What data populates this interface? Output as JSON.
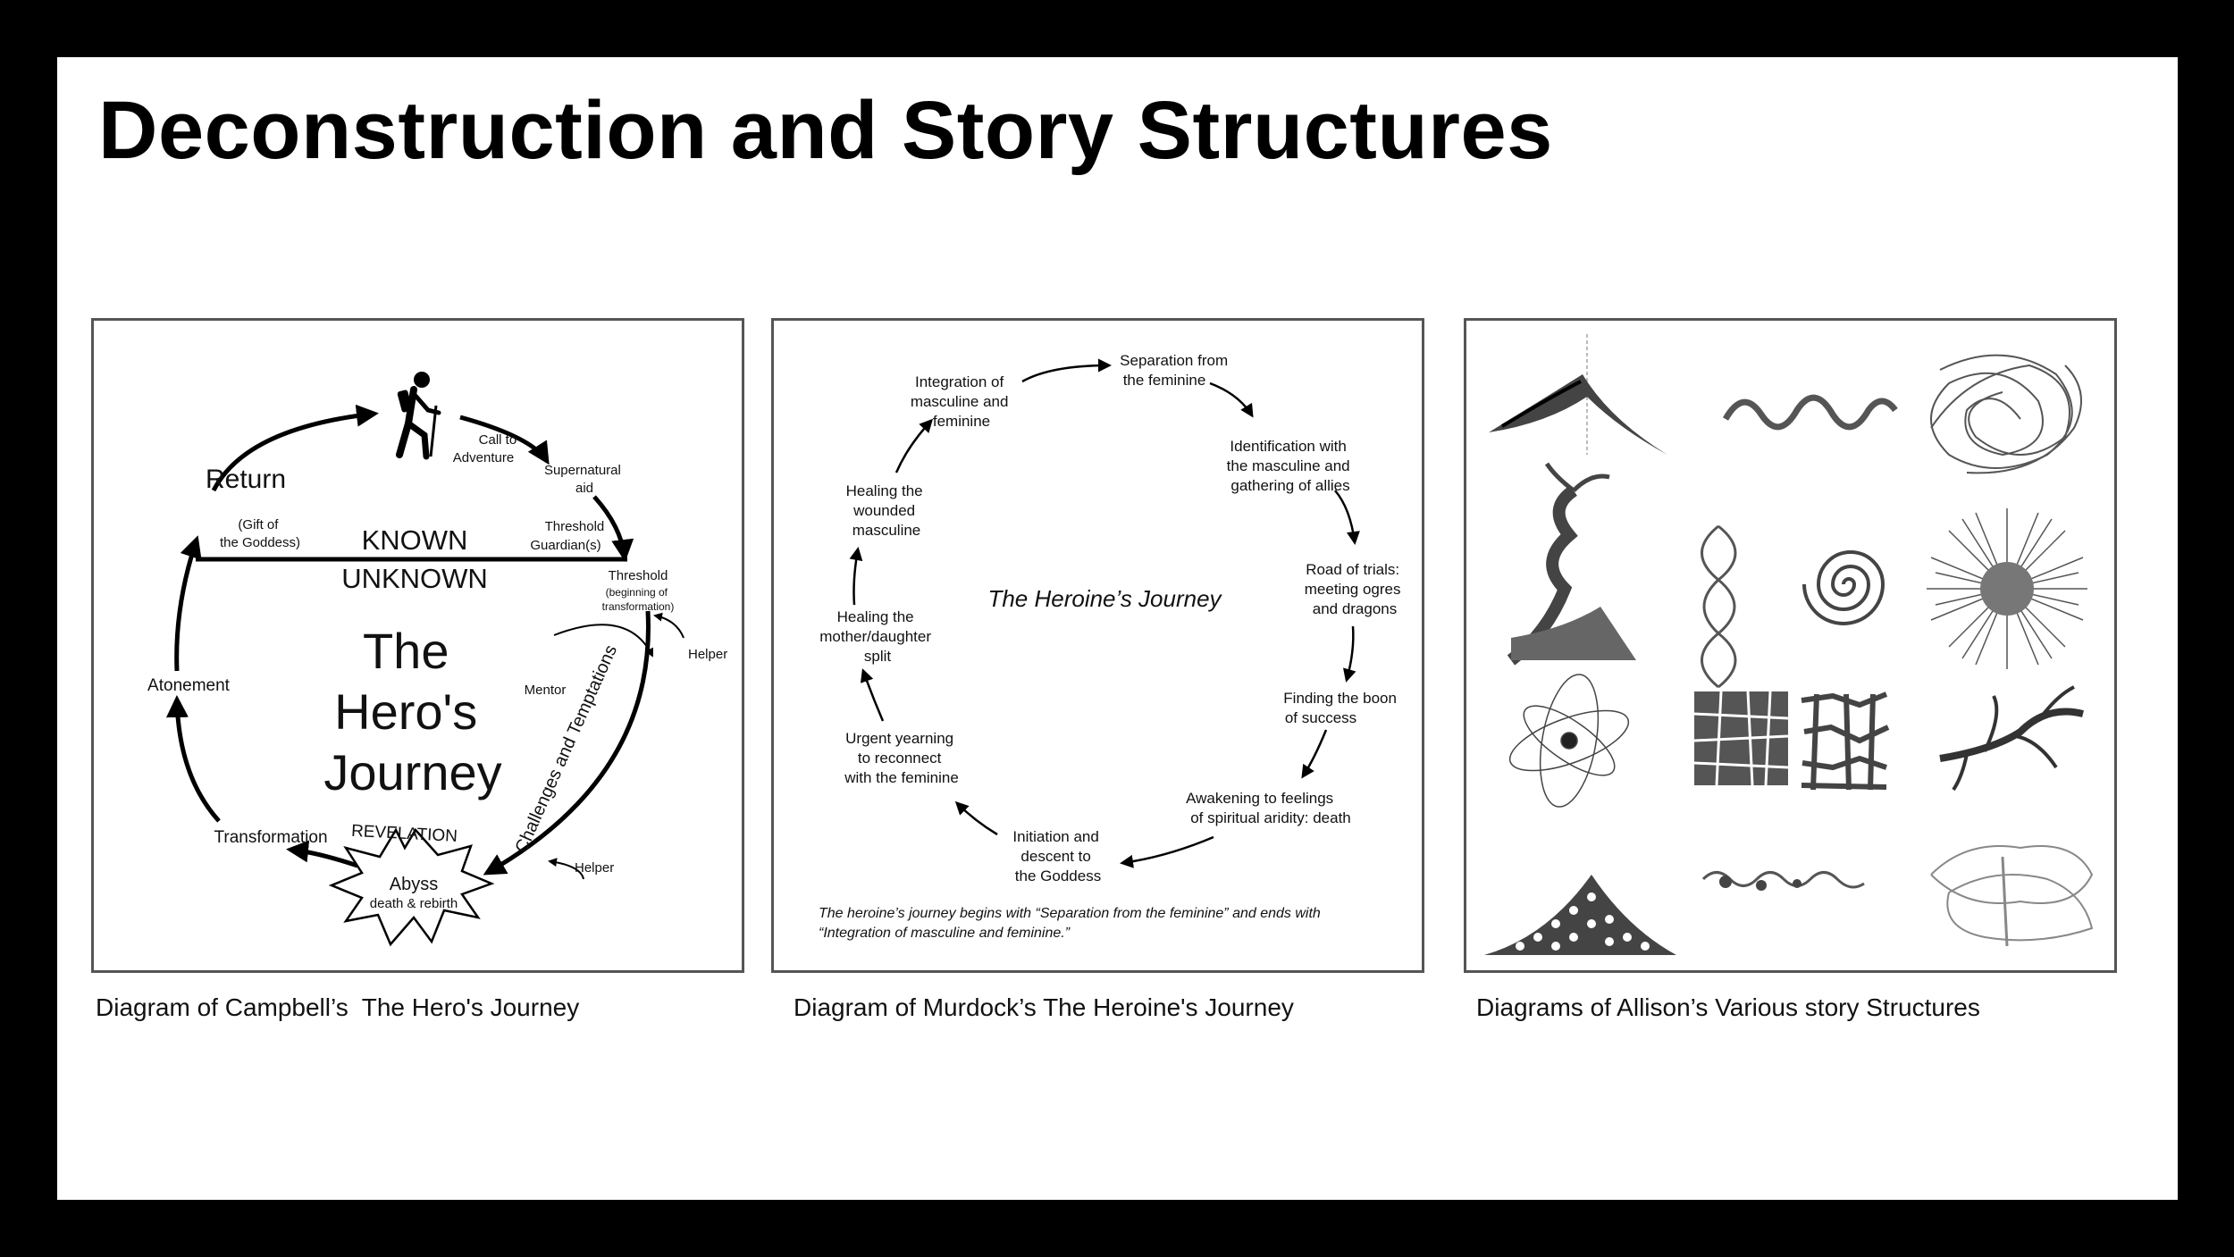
{
  "title": "Deconstruction and Story Structures",
  "captions": {
    "hero": "Diagram of Campbell’s  The Hero's Journey",
    "heroine": "Diagram of Murdock’s The Heroine's Journey",
    "allison": "Diagrams of Allison’s Various story Structures"
  },
  "hero": {
    "center_lines": [
      "The",
      "Hero's",
      "Journey"
    ],
    "known": "KNOWN",
    "unknown": "UNKNOWN",
    "call_lines": [
      "Call to",
      "Adventure"
    ],
    "supernatural_lines": [
      "Supernatural",
      "aid"
    ],
    "guardian_lines": [
      "Threshold",
      "Guardian(s)"
    ],
    "threshold": "Threshold",
    "threshold_sub_lines": [
      "(beginning of",
      "transformation)"
    ],
    "helper_1": "Helper",
    "mentor": "Mentor",
    "challenges": "Challenges and Temptations",
    "helper_2": "Helper",
    "revelation": "REVELATION",
    "abyss": "Abyss",
    "abyss_sub": "death & rebirth",
    "transformation": "Transformation",
    "atonement": "Atonement",
    "return": "Return",
    "gift_lines": [
      "(Gift of",
      "the Goddess)"
    ]
  },
  "heroine": {
    "title": "The Heroine’s Journey",
    "stages": {
      "separation": [
        "Separation from",
        "the feminine"
      ],
      "identification": [
        "Identification with",
        "the masculine and",
        "gathering of allies"
      ],
      "road": [
        "Road of trials:",
        "meeting ogres",
        "and dragons"
      ],
      "boon": [
        "Finding the boon",
        "of success"
      ],
      "awakening": [
        "Awakening to feelings",
        "of spiritual aridity: death"
      ],
      "initiation": [
        "Initiation and",
        "descent to",
        "the Goddess"
      ],
      "yearning": [
        "Urgent yearning",
        "to reconnect",
        "with the feminine"
      ],
      "healing_mother": [
        "Healing the",
        "mother/daughter",
        "split"
      ],
      "healing_wounded": [
        "Healing the",
        "wounded",
        "masculine"
      ],
      "integration": [
        "Integration of",
        "masculine and",
        "feminine"
      ]
    },
    "note_lines": [
      "The heroine’s journey begins with “Separation from the feminine” and ends with",
      "“Integration of masculine and feminine.”"
    ]
  }
}
